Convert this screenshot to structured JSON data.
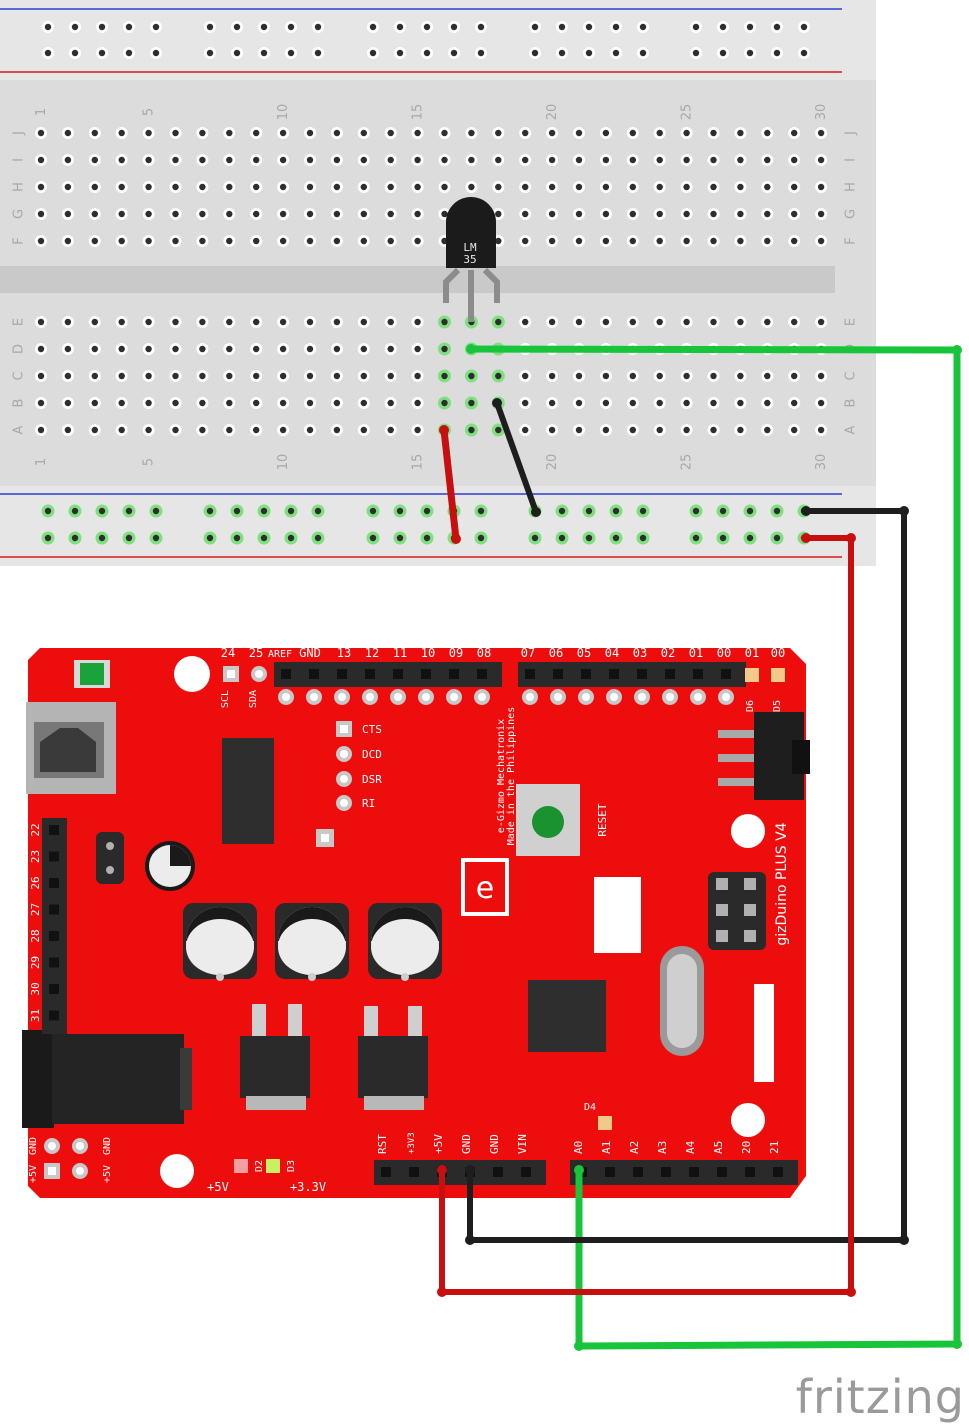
{
  "breadboard": {
    "column_numbers": [
      "1",
      "5",
      "10",
      "15",
      "20",
      "25",
      "30"
    ],
    "row_letters_top": [
      "J",
      "I",
      "H",
      "G",
      "F"
    ],
    "row_letters_bottom": [
      "E",
      "D",
      "C",
      "B",
      "A"
    ]
  },
  "sensor": {
    "label_line1": "LM",
    "label_line2": "35"
  },
  "board": {
    "name": "gizDuino PLUS V4",
    "maker_line1": "e-Gizmo Mechatronix",
    "maker_line2": "Made in the Philippines",
    "top_header_left": [
      "24",
      "25",
      "AREF",
      "GND",
      "13",
      "12",
      "11",
      "10",
      "09",
      "08"
    ],
    "top_header_right": [
      "07",
      "06",
      "05",
      "04",
      "03",
      "02",
      "01",
      "00"
    ],
    "tx_rx": [
      "01",
      "00"
    ],
    "i2c": [
      "SCL",
      "SDA"
    ],
    "uart": [
      "CTS",
      "DCD",
      "DSR",
      "RI"
    ],
    "reset": "RESET",
    "side_header": [
      "22",
      "23",
      "26",
      "27",
      "28",
      "29",
      "30",
      "31"
    ],
    "power_header": [
      "RST",
      "+3V3",
      "+5V",
      "GND",
      "GND",
      "VIN"
    ],
    "analog_header": [
      "A0",
      "A1",
      "A2",
      "A3",
      "A4",
      "A5",
      "20",
      "21"
    ],
    "leds": {
      "d2": "D2",
      "d3": "D3",
      "d4": "D4",
      "d5": "D5",
      "d6": "D6"
    },
    "power_labels": {
      "v5": "+5V",
      "v33": "+3.3V"
    },
    "aux_labels": [
      "+5V",
      "GND"
    ]
  },
  "wire_colors": {
    "signal": "#18c43a",
    "vcc": "#c80f0f",
    "ground": "#1e1e1e"
  },
  "branding": {
    "logo": "fritzing"
  }
}
